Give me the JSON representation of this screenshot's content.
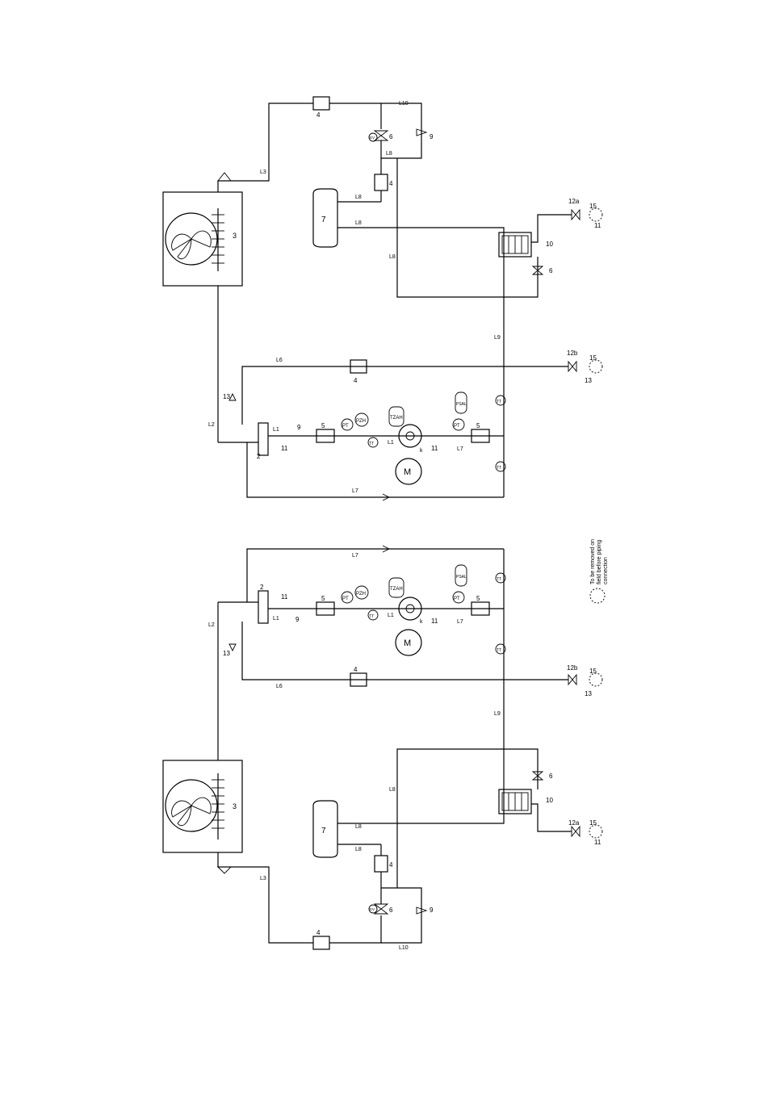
{
  "colors": {
    "line": "#000000",
    "background": "#ffffff"
  },
  "lines": {
    "L1": "L1",
    "L2": "L2",
    "L3": "L3",
    "L6": "L6",
    "L7": "L7",
    "L8": "L8",
    "L9": "L9",
    "L10": "L10"
  },
  "components": {
    "compressor": "M",
    "compressor_k": "k",
    "oil_separator": "2",
    "condenser": "3",
    "filter": "4",
    "sight_glass": "5",
    "solenoid": "6",
    "solenoid_ev": "EV",
    "receiver": "7",
    "check_valve": "9",
    "heat_exchanger": "10",
    "service_port": "11",
    "valve_a": "12a",
    "valve_b": "12b",
    "safety_valve": "13",
    "cap": "15"
  },
  "instruments": {
    "pt": "PT",
    "pzh": "PZH",
    "tzah": "TZAH",
    "psal": "PSAL",
    "tt": "TT"
  },
  "legend": {
    "text_line1": "To be removed on",
    "text_line2": "field before piping",
    "text_line3": "connection"
  }
}
